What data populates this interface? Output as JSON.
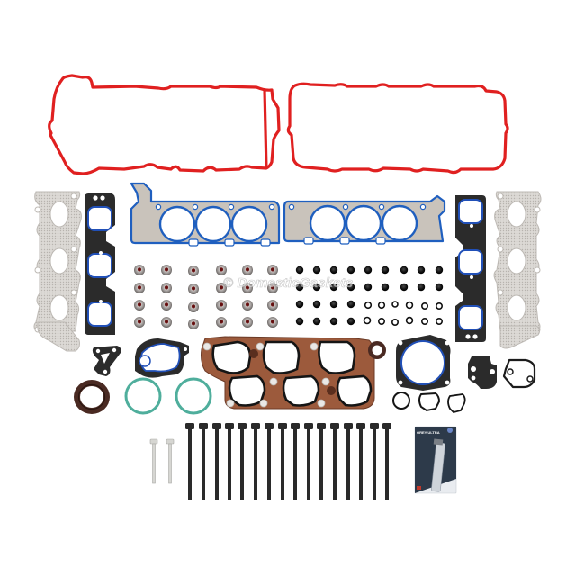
{
  "image": {
    "subject": "Engine cylinder head gasket set with head bolts",
    "background_color": "#ffffff",
    "watermark": "© DomesticGaskets"
  },
  "colors": {
    "valve_cover_gasket": "#e02020",
    "head_gasket_bead": "#1f5fbf",
    "head_gasket_body": "#c9c3bb",
    "intake_gasket_body": "#2b2b2b",
    "intake_gasket_bead": "#2150b8",
    "exhaust_gasket": "#d7d4d0",
    "plenum_gasket": "#9c5a3c",
    "green_oring": "#4fae9c",
    "seal_brown": "#4a2a22",
    "valve_seal": "#8a8583",
    "head_bolt": "#2a2a2a",
    "silver_bolt": "#d0d0cc",
    "sealant_package": "#2d3a4a"
  },
  "parts": {
    "valve_cover_gaskets": {
      "count": 2,
      "label": "Valve cover gasket"
    },
    "head_gaskets": {
      "count": 2,
      "label": "Cylinder head gasket"
    },
    "intake_manifold_gaskets": {
      "count": 2,
      "label": "Intake manifold gasket"
    },
    "exhaust_manifold_gaskets": {
      "count": 2,
      "label": "Exhaust manifold gasket"
    },
    "plenum_gasket": {
      "count": 1,
      "label": "Upper intake plenum gasket"
    },
    "valve_stem_seals": {
      "count": 24,
      "rows": 4,
      "cols": 6,
      "label": "Valve stem seal"
    },
    "spark_plug_tube_caps": {
      "count": 26,
      "label": "Black rubber caps"
    },
    "small_orings": {
      "count": 12,
      "label": "Small O-rings"
    },
    "green_orings": {
      "count": 2,
      "label": "Green O-ring"
    },
    "front_crank_seal": {
      "count": 1,
      "label": "Crankshaft seal"
    },
    "cam_seal": {
      "count": 1,
      "label": "Camshaft seal"
    },
    "throttle_body_gasket": {
      "count": 1,
      "label": "Throttle body gasket"
    },
    "thermostat_gaskets": {
      "count": 4,
      "label": "Misc. gaskets"
    },
    "head_bolts": {
      "count": 16,
      "label": "Head bolt"
    },
    "silver_bolts": {
      "count": 2,
      "label": "Auxiliary bolt"
    },
    "sealant_tube": {
      "count": 1,
      "label": "RTV silicone sealant",
      "text": "GREY ULTRA"
    }
  }
}
